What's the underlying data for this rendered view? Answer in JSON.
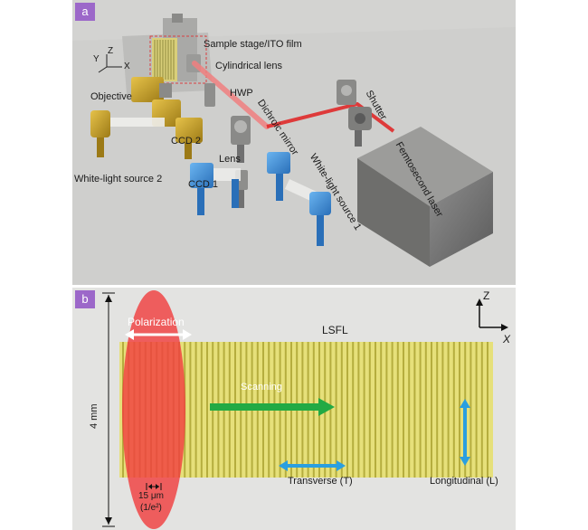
{
  "panel_a": {
    "tag": "a",
    "axes": {
      "y": "Y",
      "z": "Z",
      "x": "X"
    },
    "labels": {
      "sample_stage": "Sample stage/ITO film",
      "cylindrical_lens": "Cylindrical lens",
      "objective": "Objective",
      "hwp": "HWP",
      "dichroic": "Dichroic mirror",
      "shutter": "Shutter",
      "ccd2": "CCD 2",
      "white_light_2": "White-light source 2",
      "lens": "Lens",
      "ccd1": "CCD 1",
      "white_light_1": "White-light source 1",
      "laser": "Femtosecond laser"
    }
  },
  "panel_b": {
    "tag": "b",
    "axes": {
      "z": "Z",
      "x": "X"
    },
    "labels": {
      "polarization": "Polarization",
      "lsfl": "LSFL",
      "scanning": "Scanning",
      "transverse": "Transverse (T)",
      "longitudinal": "Longitudinal (L)",
      "height": "4 mm",
      "width": "15 μm",
      "width_note": "(1/e²)"
    }
  },
  "colors": {
    "laser_beam": "#e02020",
    "objective_gold": "#c9a227",
    "ccd_blue": "#3a8fd8",
    "film_yellow": "#e6e07a",
    "spot_red": "#f04040",
    "scan_arrow": "#22aa44",
    "dir_arrow": "#2a9fe0",
    "tag_purple": "#9c68c9"
  }
}
